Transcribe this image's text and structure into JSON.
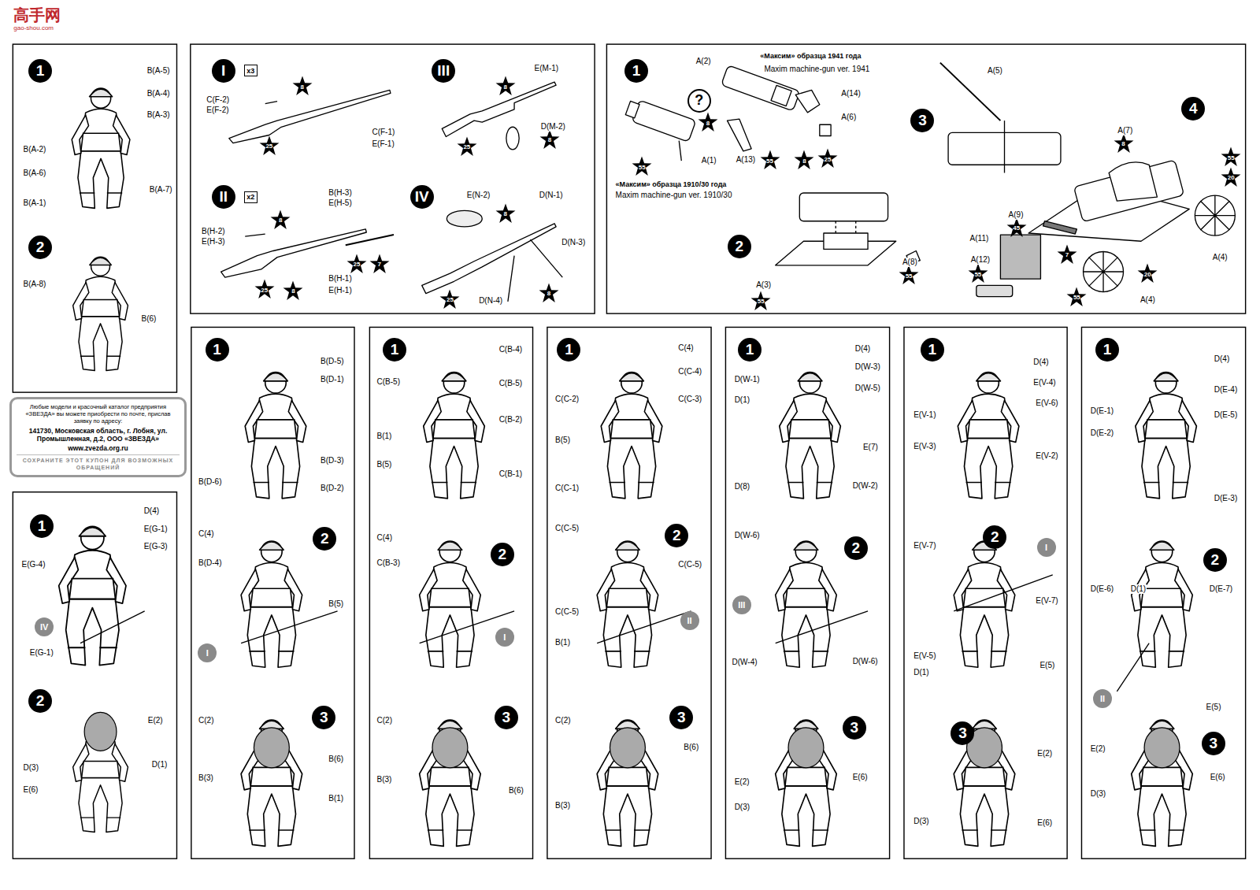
{
  "diagram": {
    "nodes": [
      {
        "text": [
          "1"
        ]
      },
      {
        "text": [
          "2"
        ]
      },
      {
        "text": [
          "Любые модели и красочный каталог предприятия «ЗВЕЗДА» вы можете приобрести по почте, прислав заявку по адресу:",
          "141730, Московская область, г. Лобня, ул. Промышленная, д.2, ООО «ЗВЕЗДА»",
          "www.zvezda.org.ru",
          "СОХРАНИТЕ ЭТОТ КУПОН ДЛЯ ВОЗМОЖНЫХ ОБРАЩЕНИЙ"
        ]
      },
      {
        "text": [
          "1"
        ]
      },
      {
        "text": [
          "IV"
        ]
      },
      {
        "text": [
          "2"
        ]
      },
      {
        "text": [
          "I"
        ]
      },
      {
        "text": [
          "x3"
        ]
      },
      {
        "text": [
          "8"
        ]
      },
      {
        "text": [
          "25"
        ]
      },
      {
        "text": [
          "III"
        ]
      },
      {
        "text": [
          "8"
        ]
      },
      {
        "text": [
          "8"
        ]
      },
      {
        "text": [
          "25"
        ]
      },
      {
        "text": [
          "II"
        ]
      },
      {
        "text": [
          "x2"
        ]
      },
      {
        "text": [
          "8"
        ]
      },
      {
        "text": [
          "25"
        ]
      },
      {
        "text": [
          "7"
        ]
      },
      {
        "text": [
          "25"
        ]
      },
      {
        "text": [
          "8"
        ]
      },
      {
        "text": [
          "IV"
        ]
      },
      {
        "text": [
          "8"
        ]
      },
      {
        "text": [
          "8"
        ]
      },
      {
        "text": [
          "25"
        ]
      },
      {
        "text": [
          "1"
        ]
      },
      {
        "text": [
          "?"
        ]
      },
      {
        "text": [
          "8"
        ]
      },
      {
        "text": [
          "55"
        ]
      },
      {
        "text": [
          "55"
        ]
      },
      {
        "text": [
          "8"
        ]
      },
      {
        "text": [
          "25"
        ]
      },
      {
        "text": [
          "3"
        ]
      },
      {
        "text": [
          "4"
        ]
      },
      {
        "text": [
          "8"
        ]
      },
      {
        "text": [
          "55"
        ]
      },
      {
        "text": [
          "20"
        ]
      },
      {
        "text": [
          "45"
        ]
      },
      {
        "text": [
          "2"
        ]
      },
      {
        "text": [
          "7"
        ]
      },
      {
        "text": [
          "55"
        ]
      },
      {
        "text": [
          "55"
        ]
      },
      {
        "text": [
          "20"
        ]
      },
      {
        "text": [
          "55"
        ]
      },
      {
        "text": [
          "55"
        ]
      },
      {
        "text": [
          "1"
        ]
      },
      {
        "text": [
          "2"
        ]
      },
      {
        "text": [
          "I"
        ]
      },
      {
        "text": [
          "3"
        ]
      },
      {
        "text": [
          "1"
        ]
      },
      {
        "text": [
          "2"
        ]
      },
      {
        "text": [
          "I"
        ]
      },
      {
        "text": [
          "3"
        ]
      },
      {
        "text": [
          "1"
        ]
      },
      {
        "text": [
          "2"
        ]
      },
      {
        "text": [
          "II"
        ]
      },
      {
        "text": [
          "3"
        ]
      },
      {
        "text": [
          "1"
        ]
      },
      {
        "text": [
          "2"
        ]
      },
      {
        "text": [
          "III"
        ]
      },
      {
        "text": [
          "3"
        ]
      },
      {
        "text": [
          "1"
        ]
      },
      {
        "text": [
          "2"
        ]
      },
      {
        "text": [
          "I"
        ]
      },
      {
        "text": [
          "3"
        ]
      },
      {
        "text": [
          "1"
        ]
      },
      {
        "text": [
          "2"
        ]
      },
      {
        "text": [
          "II"
        ]
      },
      {
        "text": [
          "3"
        ]
      }
    ],
    "labels": [
      "高手网",
      "gao-shou.com",
      "B(A-5)",
      "B(A-4)",
      "B(A-3)",
      "B(A-2)",
      "B(A-6)",
      "B(A-7)",
      "B(A-1)",
      "B(A-8)",
      "B(6)",
      "D(4)",
      "E(G-1)",
      "E(G-3)",
      "E(G-4)",
      "E(G-1)",
      "E(2)",
      "D(1)",
      "D(3)",
      "E(6)",
      "C(F-2)",
      "E(F-2)",
      "C(F-1)",
      "E(F-1)",
      "E(M-1)",
      "D(M-2)",
      "B(H-3)",
      "E(H-5)",
      "B(H-2)",
      "E(H-3)",
      "B(H-1)",
      "E(H-1)",
      "E(N-2)",
      "D(N-1)",
      "D(N-3)",
      "D(N-4)",
      "A(2)",
      "«Максим» образца 1941 года",
      "Maxim machine-gun ver. 1941",
      "A(14)",
      "A(6)",
      "A(1)",
      "A(13)",
      "«Максим» образца 1910/30 года",
      "Maxim machine-gun ver. 1910/30",
      "A(5)",
      "A(7)",
      "A(9)",
      "A(11)",
      "A(12)",
      "A(4)",
      "A(8)",
      "A(3)",
      "A(4)",
      "B(D-5)",
      "B(D-1)",
      "B(D-3)",
      "B(D-6)",
      "B(D-2)",
      "C(4)",
      "B(D-4)",
      "B(5)",
      "C(2)",
      "B(6)",
      "B(3)",
      "B(1)",
      "C(B-4)",
      "C(B-5)",
      "C(B-5)",
      "C(B-2)",
      "B(1)",
      "B(5)",
      "C(B-1)",
      "C(4)",
      "C(B-3)",
      "C(2)",
      "B(3)",
      "B(6)",
      "C(4)",
      "C(C-4)",
      "C(C-2)",
      "C(C-3)",
      "B(5)",
      "C(C-1)",
      "C(C-5)",
      "C(C-5)",
      "C(C-5)",
      "B(1)",
      "C(2)",
      "B(6)",
      "B(3)",
      "D(4)",
      "D(W-3)",
      "D(W-1)",
      "D(W-5)",
      "D(1)",
      "E(7)",
      "D(8)",
      "D(W-2)",
      "D(W-6)",
      "D(W-4)",
      "D(W-6)",
      "E(2)",
      "E(6)",
      "D(3)",
      "D(4)",
      "E(V-4)",
      "E(V-6)",
      "E(V-1)",
      "E(V-3)",
      "E(V-2)",
      "E(V-7)",
      "E(V-7)",
      "E(V-5)",
      "E(5)",
      "D(1)",
      "E(2)",
      "D(3)",
      "E(6)",
      "D(4)",
      "D(E-4)",
      "D(E-1)",
      "D(E-5)",
      "D(E-2)",
      "D(E-3)",
      "D(E-6)",
      "D(1)",
      "D(E-7)",
      "E(5)",
      "E(2)",
      "E(6)",
      "D(3)"
    ]
  }
}
